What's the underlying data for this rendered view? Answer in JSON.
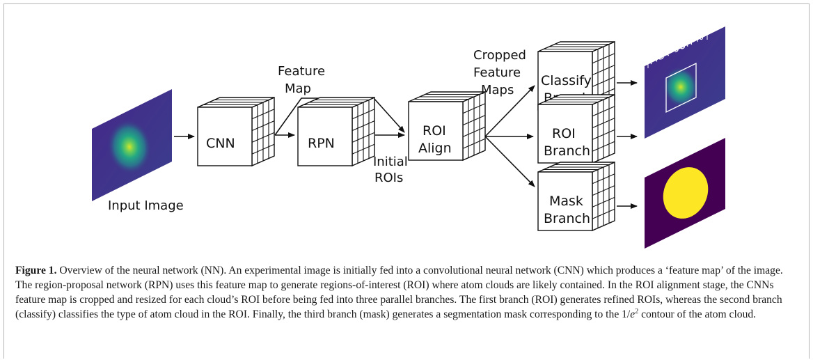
{
  "diagram": {
    "input_label": "Input Image",
    "feature_map_label": [
      "Feature",
      "Map"
    ],
    "initial_rois_label": [
      "Initial",
      "ROIs"
    ],
    "cropped_label": [
      "Cropped",
      "Feature",
      "Maps"
    ],
    "boxes": {
      "cnn": [
        "CNN"
      ],
      "rpn": [
        "RPN"
      ],
      "roi_align": [
        "ROI",
        "Align"
      ],
      "classify": [
        "Classify",
        "Branch"
      ],
      "roi_branch": [
        "ROI",
        "Branch"
      ],
      "mask": [
        "Mask",
        "Branch"
      ]
    },
    "output_annotation": "MOT 98.7%",
    "colors": {
      "viridis_bg": "#3f2f86",
      "viridis_mid": "#21908d",
      "viridis_peak": "#b8de29",
      "mask_bg": "#440154",
      "mask_fill": "#fde725"
    }
  },
  "caption": {
    "label": "Figure 1.",
    "text_part1": " Overview of the neural network (NN). An experimental image is initially fed into a convolutional neural network (CNN) which produces a ‘feature map’ of the image. The region-proposal network (RPN) uses this feature map to generate regions-of-interest (ROI) where atom clouds are likely contained. In the ROI alignment stage, the CNNs feature map is cropped and resized for each cloud’s ROI before being fed into three parallel branches. The first branch (ROI) generates refined ROIs, whereas the second branch (classify) classifies the type of atom cloud in the ROI. Finally, the third branch (mask) generates a segmentation mask corresponding to the 1/",
    "e_symbol": "e",
    "exp": "2",
    "text_part2": " contour of the atom cloud."
  }
}
